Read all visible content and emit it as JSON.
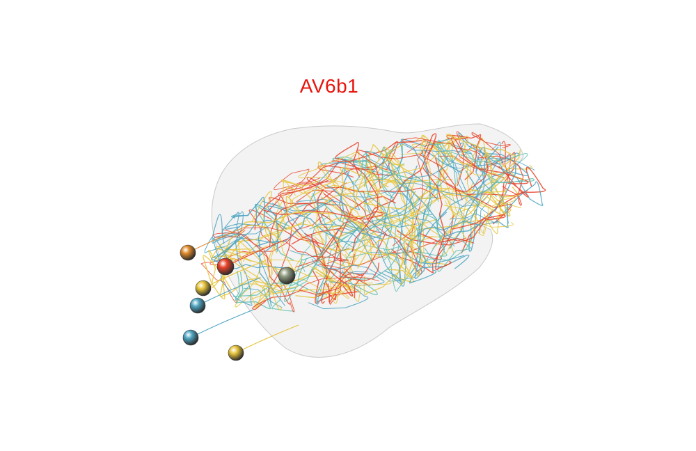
{
  "title": {
    "text": "AV6b1",
    "color": "#e8140c"
  },
  "neuropil": {
    "fill": "#dcdcdc",
    "stroke": "#c8c8c8"
  },
  "neuron_colors": {
    "red": "#e8432a",
    "yellow": "#e6c43a",
    "blue": "#4fa5c2",
    "teal": "#5fbfb0",
    "orange": "#e08a2a",
    "olive": "#8e9a80"
  },
  "somas": [
    {
      "id": "orange-soma",
      "color": "orange"
    },
    {
      "id": "red-soma",
      "color": "red"
    },
    {
      "id": "yellow-soma-1",
      "color": "yellow"
    },
    {
      "id": "blue-soma-1",
      "color": "blue"
    },
    {
      "id": "blue-soma-2",
      "color": "blue"
    },
    {
      "id": "yellow-soma-2",
      "color": "yellow"
    },
    {
      "id": "olive-soma",
      "color": "olive"
    }
  ]
}
